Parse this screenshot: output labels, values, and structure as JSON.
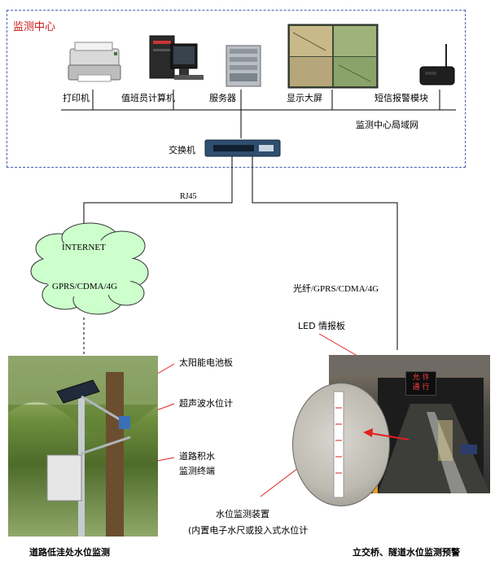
{
  "center": {
    "title": "监测中心",
    "lan_label": "监测中心局域网",
    "switch_label": "交换机",
    "devices": [
      {
        "label": "打印机",
        "icon": "printer-icon"
      },
      {
        "label": "值班员计算机",
        "icon": "computer-icon"
      },
      {
        "label": "服务器",
        "icon": "server-icon"
      },
      {
        "label": "显示大屏",
        "icon": "display-wall-icon"
      },
      {
        "label": "短信报警模块",
        "icon": "sms-modem-icon"
      }
    ]
  },
  "links": {
    "rj45": "RJ45",
    "fiber": "光纤/GPRS/CDMA/4G"
  },
  "cloud": {
    "top": "INTERNET",
    "bottom": "GPRS/CDMA/4G"
  },
  "left_site": {
    "annotations": [
      "太阳能电池板",
      "超声波水位计",
      "道路积水",
      "监测终端"
    ],
    "caption": "道路低洼处水位监测"
  },
  "right_site": {
    "led_label": "LED 情报板",
    "led_sign": [
      "允 许",
      "通 行"
    ],
    "device_label_1": "水位监测装置",
    "device_label_2": "(内置电子水尺或投入式水位计",
    "caption": "立交桥、隧道水位监测预警"
  },
  "colors": {
    "frame": "#4a5fae",
    "title_red": "#cc1a1a",
    "pointer_red": "#e02020",
    "cloud_fill": "#ccffcc"
  }
}
